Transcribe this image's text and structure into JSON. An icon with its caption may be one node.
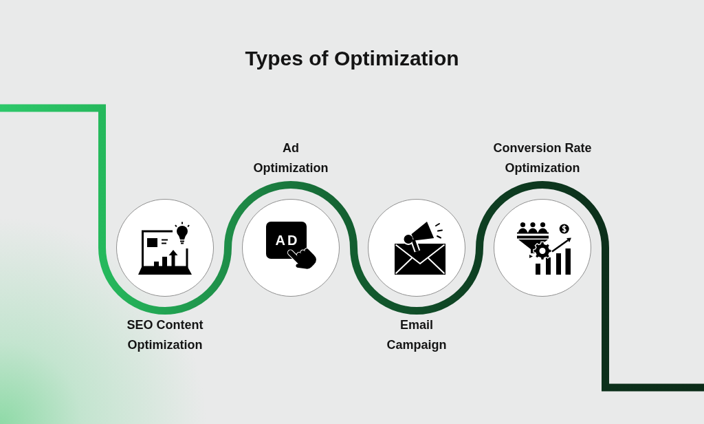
{
  "diagram": {
    "title": "Types of Optimization",
    "nodes": [
      {
        "text": [
          "SEO Content Optimization"
        ]
      },
      {
        "text": [
          "Ad Optimization",
          "AD"
        ]
      },
      {
        "text": [
          "Email Campaign"
        ]
      },
      {
        "text": [
          "Conversion Rate Optimization"
        ]
      }
    ]
  }
}
